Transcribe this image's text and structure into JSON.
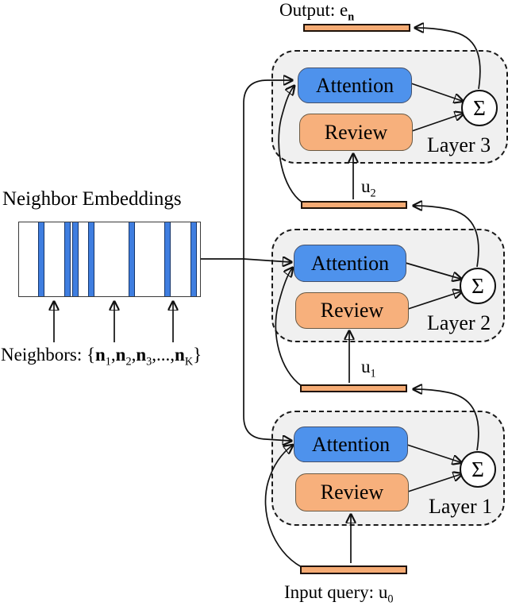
{
  "colors": {
    "attention_fill": "#4e92ec",
    "review_fill": "#f7b07c",
    "bar_fill": "#f5ab74",
    "layer_fill": "#f0f0f0",
    "stripe_fill": "#3f7ee0",
    "stripe_edge": "#16366b",
    "line_color": "#111111"
  },
  "output": {
    "label_segments": [
      {
        "t": "Output: "
      },
      {
        "t": "e"
      },
      {
        "sub": "n",
        "b": true
      }
    ]
  },
  "layers": [
    {
      "name": "Layer 3",
      "attention_label": "Attention",
      "review_label": "Review",
      "sum_symbol": "Σ"
    },
    {
      "name": "Layer 2",
      "attention_label": "Attention",
      "review_label": "Review",
      "sum_symbol": "Σ"
    },
    {
      "name": "Layer 1",
      "attention_label": "Attention",
      "review_label": "Review",
      "sum_symbol": "Σ"
    }
  ],
  "intermediate": {
    "u2_segments": [
      {
        "t": "u"
      },
      {
        "sub": "2"
      }
    ],
    "u1_segments": [
      {
        "t": "u"
      },
      {
        "sub": "1"
      }
    ]
  },
  "input": {
    "label_segments": [
      {
        "t": "Input query: "
      },
      {
        "t": "u"
      },
      {
        "sub": "0"
      }
    ]
  },
  "neighbor": {
    "title": "Neighbor Embeddings",
    "caption_segments": [
      {
        "t": "Neighbors: {"
      },
      {
        "t": "n",
        "b": true
      },
      {
        "sub": "1"
      },
      {
        "t": ","
      },
      {
        "t": "n",
        "b": true
      },
      {
        "sub": "2"
      },
      {
        "t": ","
      },
      {
        "t": "n",
        "b": true
      },
      {
        "sub": "3"
      },
      {
        "t": ",...,"
      },
      {
        "t": "n",
        "b": true
      },
      {
        "sub": "K"
      },
      {
        "t": "}"
      }
    ]
  }
}
